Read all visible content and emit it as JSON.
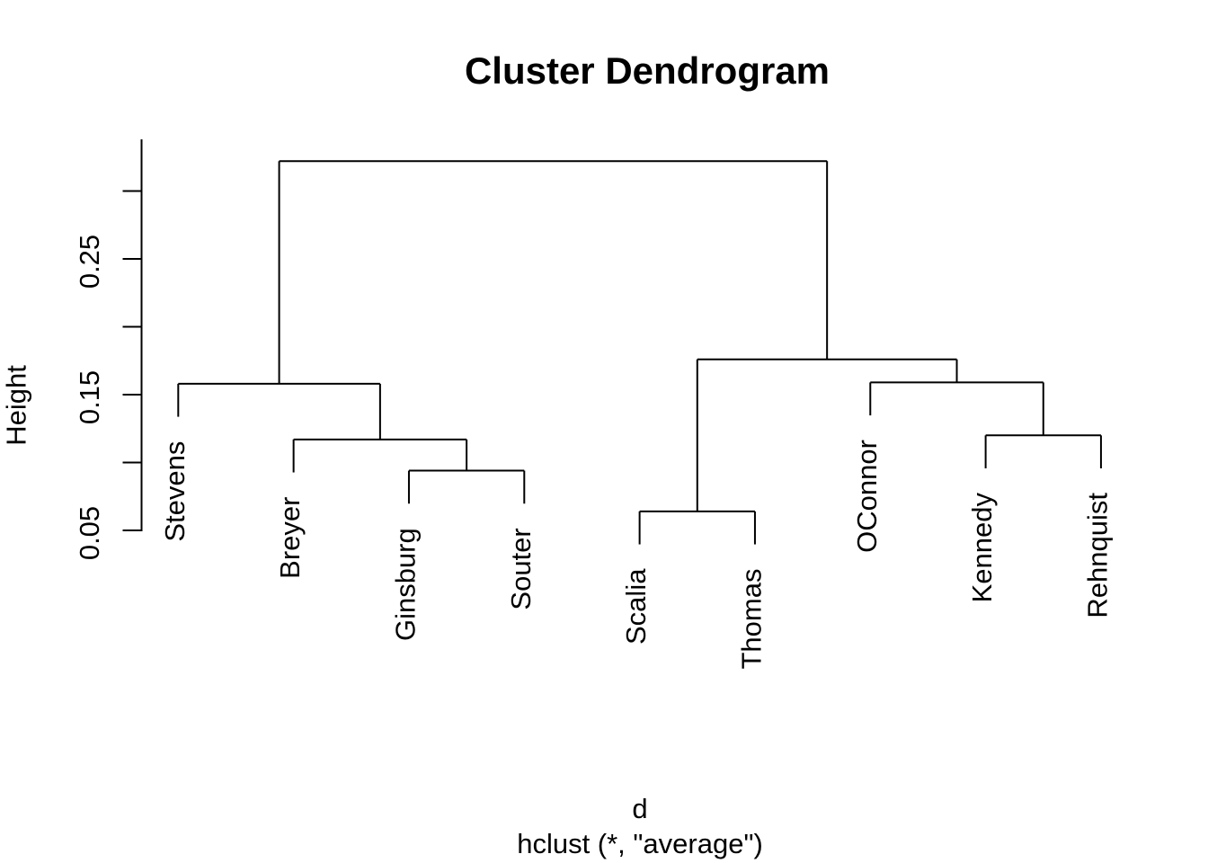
{
  "figure": {
    "background_color": "#ffffff",
    "line_color": "#000000"
  },
  "chart_data": {
    "type": "dendrogram",
    "title": "Cluster Dendrogram",
    "ylabel": "Height",
    "xlabel": "d",
    "xlabel_sub": "hclust (*, \"average\")",
    "clustering_method": "average",
    "grid": false,
    "legend": "none",
    "ylim": [
      0.05,
      0.338
    ],
    "y_ticks": [
      {
        "value": 0.05,
        "label": "0.05"
      },
      {
        "value": 0.1,
        "label": ""
      },
      {
        "value": 0.15,
        "label": "0.15"
      },
      {
        "value": 0.2,
        "label": ""
      },
      {
        "value": 0.25,
        "label": "0.25"
      },
      {
        "value": 0.3,
        "label": ""
      }
    ],
    "leaf_order": [
      "Stevens",
      "Breyer",
      "Ginsburg",
      "Souter",
      "Scalia",
      "Thomas",
      "OConnor",
      "Kennedy",
      "Rehnquist"
    ],
    "hang": 0.0243,
    "tree": {
      "height": 0.322,
      "children": [
        {
          "height": 0.158,
          "children": [
            {
              "leaf": "Stevens"
            },
            {
              "height": 0.117,
              "children": [
                {
                  "leaf": "Breyer"
                },
                {
                  "height": 0.094,
                  "children": [
                    {
                      "leaf": "Ginsburg"
                    },
                    {
                      "leaf": "Souter"
                    }
                  ]
                }
              ]
            }
          ]
        },
        {
          "height": 0.176,
          "children": [
            {
              "height": 0.064,
              "children": [
                {
                  "leaf": "Scalia"
                },
                {
                  "leaf": "Thomas"
                }
              ]
            },
            {
              "height": 0.159,
              "children": [
                {
                  "leaf": "OConnor"
                },
                {
                  "height": 0.12,
                  "children": [
                    {
                      "leaf": "Kennedy"
                    },
                    {
                      "leaf": "Rehnquist"
                    }
                  ]
                }
              ]
            }
          ]
        }
      ]
    }
  }
}
